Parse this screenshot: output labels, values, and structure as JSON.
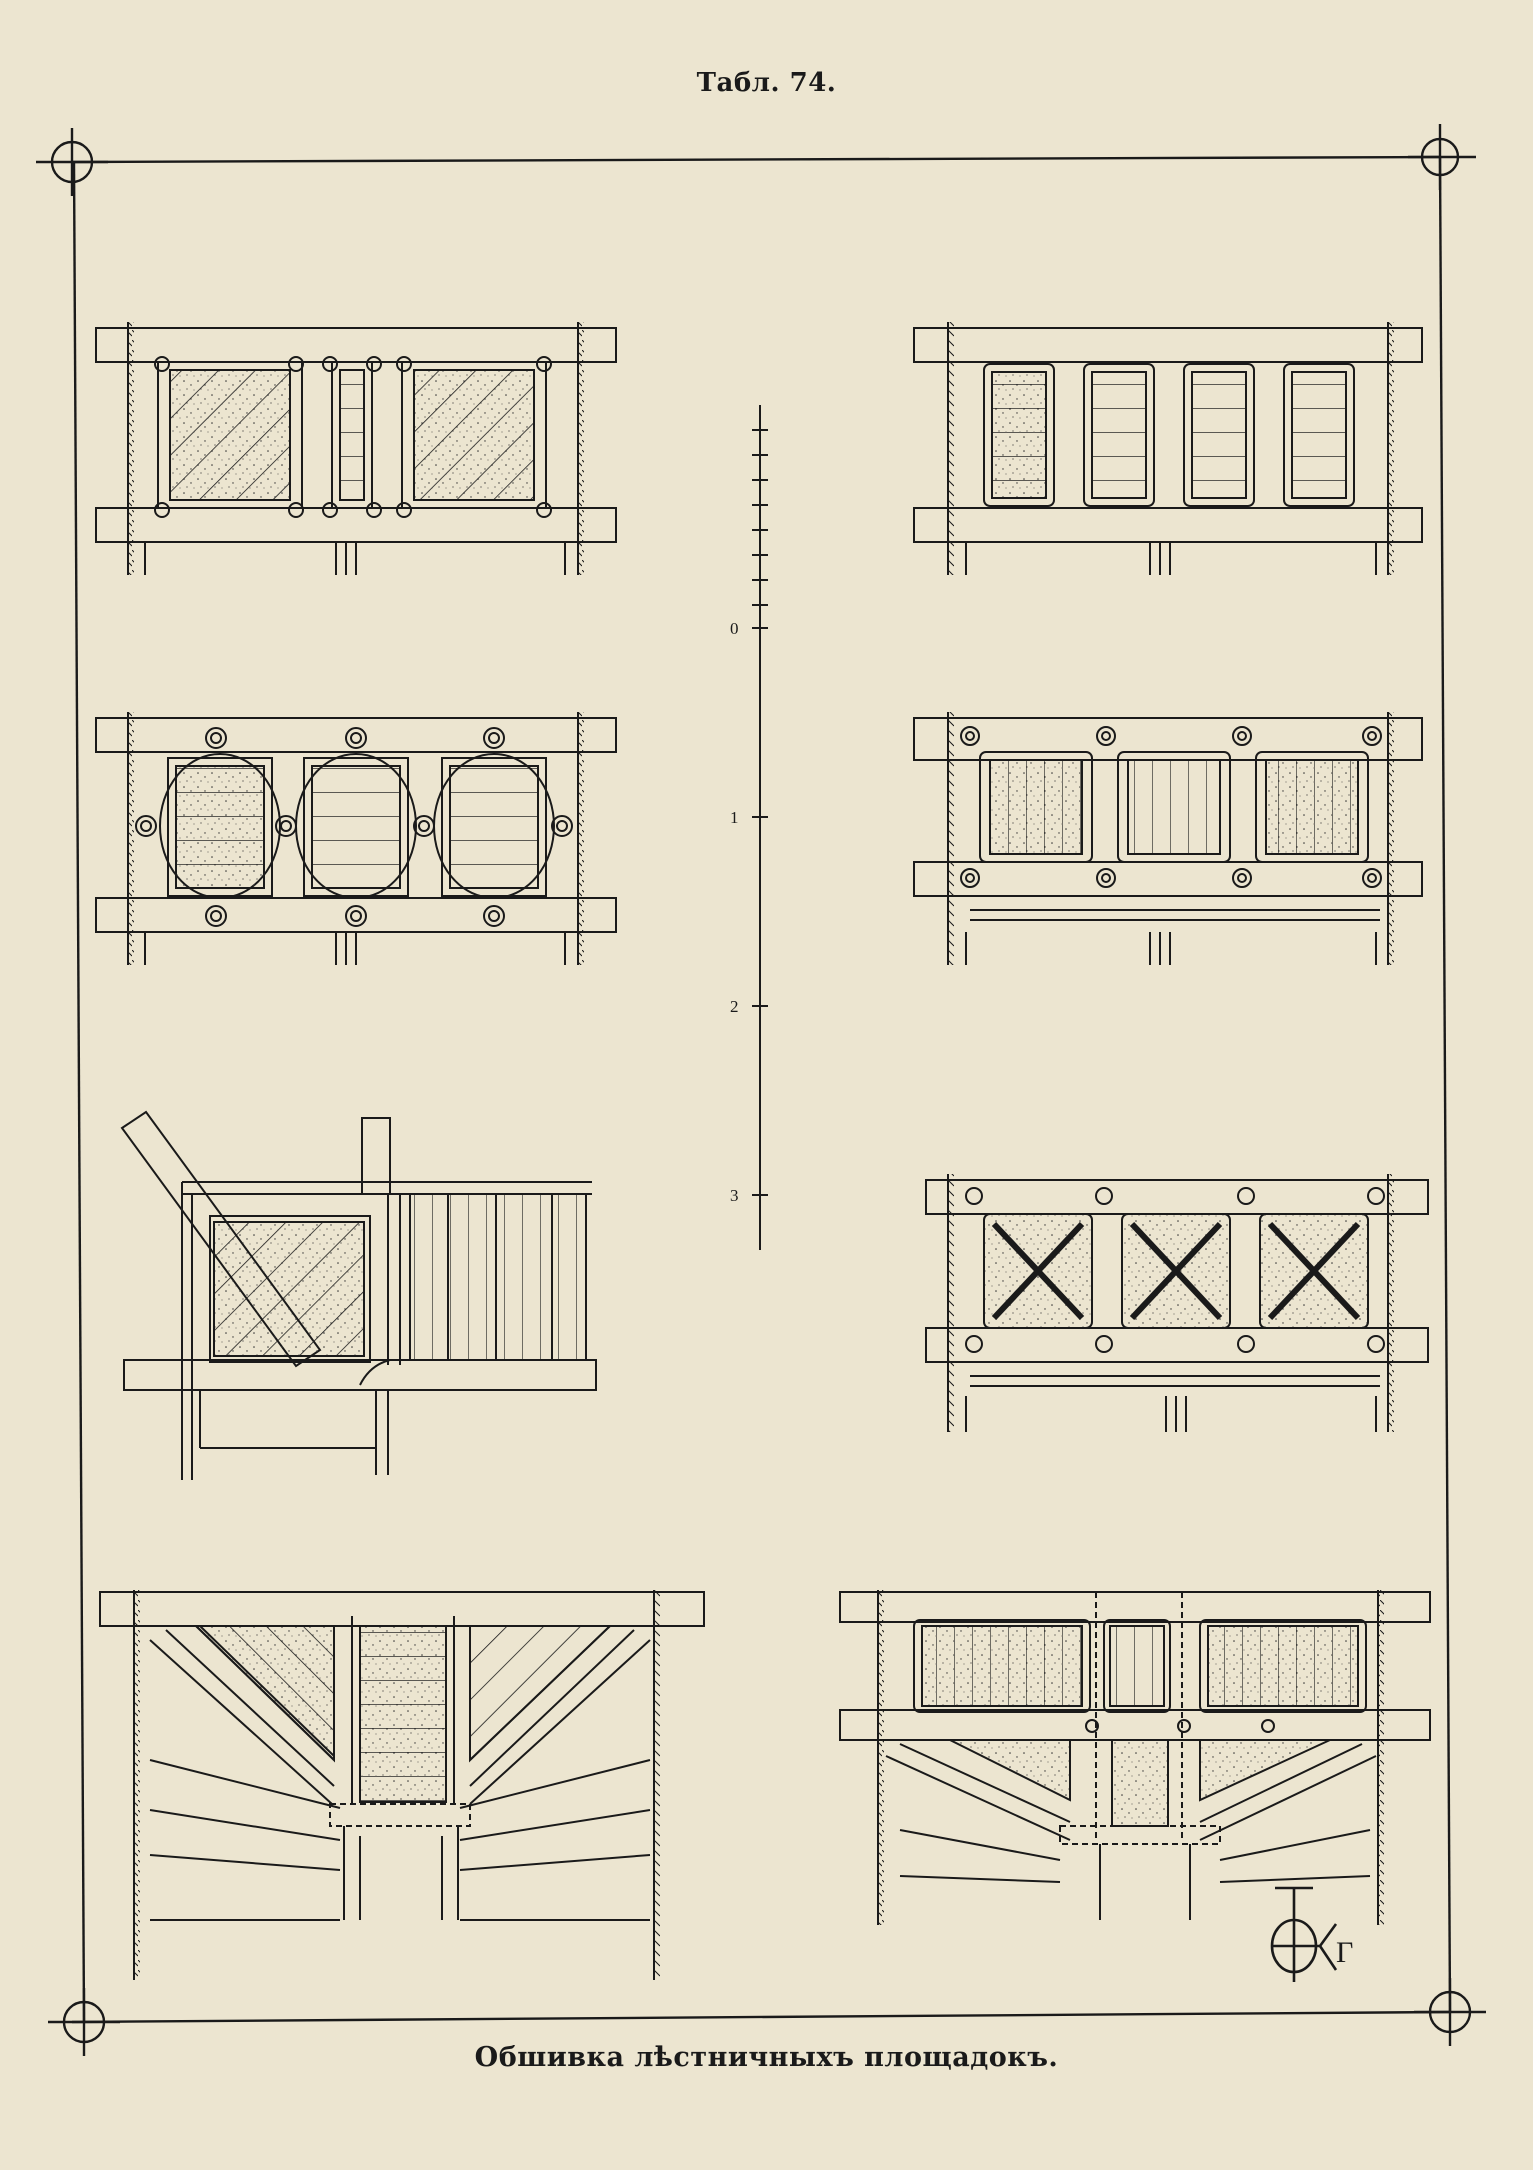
{
  "plate": {
    "number_label": "Табл. 74.",
    "caption": "Обшивка лѣстничныхъ площадокъ."
  },
  "scale": {
    "tick_labels": [
      "0",
      "1",
      "2",
      "3"
    ]
  },
  "monogram": {
    "letters": "Г"
  },
  "colors": {
    "paper": "#ece5d0",
    "ink": "#1a1a1a"
  }
}
